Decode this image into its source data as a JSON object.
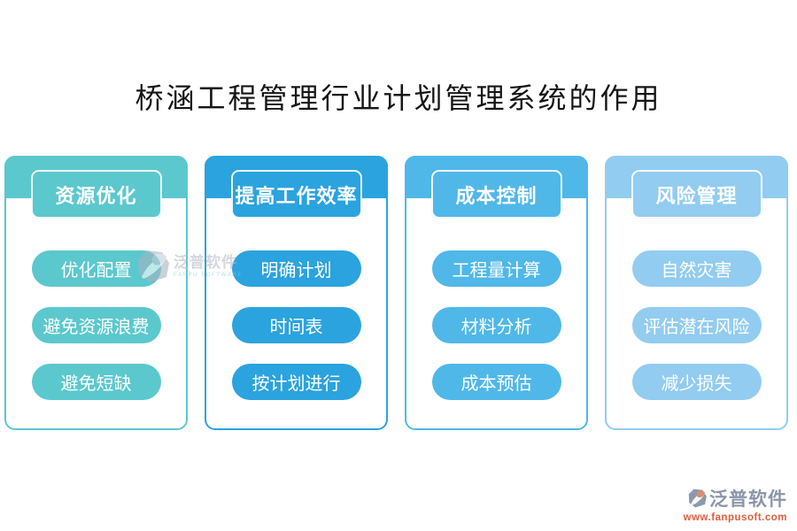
{
  "title": "桥涵工程管理行业计划管理系统的作用",
  "cards": [
    {
      "header": "资源优化",
      "color": "#5BC8CE",
      "items": [
        "优化配置",
        "避免资源浪费",
        "避免短缺"
      ]
    },
    {
      "header": "提高工作效率",
      "color": "#2BA3DE",
      "items": [
        "明确计划",
        "时间表",
        "按计划进行"
      ]
    },
    {
      "header": "成本控制",
      "color": "#4FB8E8",
      "items": [
        "工程量计算",
        "材料分析",
        "成本预估"
      ]
    },
    {
      "header": "风险管理",
      "color": "#92CCF0",
      "items": [
        "自然灾害",
        "评估潜在风险",
        "减少损失"
      ]
    }
  ],
  "watermark": {
    "name": "泛普软件",
    "subtitle": "FANPU SOFTWARE"
  },
  "footer": {
    "brand": "泛普软件",
    "url": "www.fanpusoft.com",
    "brand_color": "#8a95a9",
    "url_color": "#de5e3b"
  }
}
